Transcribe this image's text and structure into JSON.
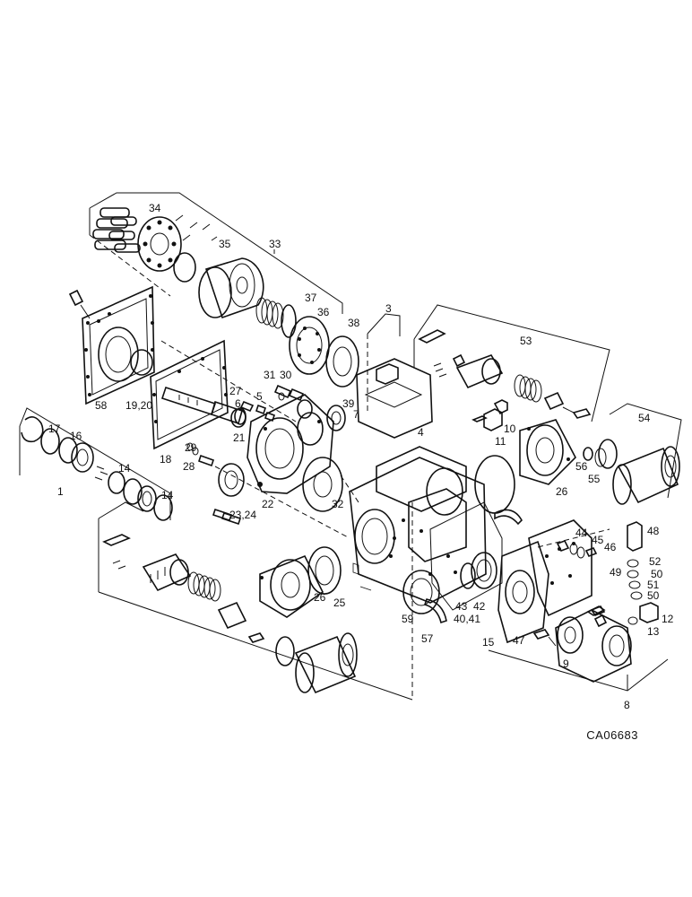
{
  "drawing": {
    "code": "CA06683",
    "callouts": [
      {
        "id": "c34",
        "text": "34"
      },
      {
        "id": "c35",
        "text": "35"
      },
      {
        "id": "c33",
        "text": "33"
      },
      {
        "id": "c37",
        "text": "37"
      },
      {
        "id": "c36",
        "text": "36"
      },
      {
        "id": "c38",
        "text": "38"
      },
      {
        "id": "c3",
        "text": "3"
      },
      {
        "id": "c53",
        "text": "53"
      },
      {
        "id": "c58",
        "text": "58"
      },
      {
        "id": "c19_20",
        "text": "19,20"
      },
      {
        "id": "c31",
        "text": "31"
      },
      {
        "id": "c30",
        "text": "30"
      },
      {
        "id": "c27",
        "text": "27"
      },
      {
        "id": "c5",
        "text": "5"
      },
      {
        "id": "c7",
        "text": "7"
      },
      {
        "id": "c39",
        "text": "39"
      },
      {
        "id": "c4",
        "text": "4"
      },
      {
        "id": "c10",
        "text": "10"
      },
      {
        "id": "c11",
        "text": "11"
      },
      {
        "id": "c54",
        "text": "54"
      },
      {
        "id": "c6",
        "text": "6"
      },
      {
        "id": "c21",
        "text": "21"
      },
      {
        "id": "c17",
        "text": "17"
      },
      {
        "id": "c16",
        "text": "16"
      },
      {
        "id": "c18",
        "text": "18"
      },
      {
        "id": "c29",
        "text": "29"
      },
      {
        "id": "c28",
        "text": "28"
      },
      {
        "id": "c14a",
        "text": "14"
      },
      {
        "id": "c14b",
        "text": "14"
      },
      {
        "id": "c1",
        "text": "1"
      },
      {
        "id": "c22",
        "text": "22"
      },
      {
        "id": "c23_24",
        "text": "23,24"
      },
      {
        "id": "c32",
        "text": "32"
      },
      {
        "id": "c26a",
        "text": "26"
      },
      {
        "id": "c56",
        "text": "56"
      },
      {
        "id": "c55",
        "text": "55"
      },
      {
        "id": "c48",
        "text": "48"
      },
      {
        "id": "c44",
        "text": "44"
      },
      {
        "id": "c45",
        "text": "45"
      },
      {
        "id": "c46",
        "text": "46"
      },
      {
        "id": "c52",
        "text": "52"
      },
      {
        "id": "c49",
        "text": "49"
      },
      {
        "id": "c50a",
        "text": "50"
      },
      {
        "id": "c51",
        "text": "51"
      },
      {
        "id": "c50b",
        "text": "50"
      },
      {
        "id": "c12",
        "text": "12"
      },
      {
        "id": "c13",
        "text": "13"
      },
      {
        "id": "c26b",
        "text": "26"
      },
      {
        "id": "c25",
        "text": "25"
      },
      {
        "id": "c59",
        "text": "59"
      },
      {
        "id": "c43",
        "text": "43"
      },
      {
        "id": "c42",
        "text": "42"
      },
      {
        "id": "c40_41",
        "text": "40,41"
      },
      {
        "id": "c57",
        "text": "57"
      },
      {
        "id": "c15",
        "text": "15"
      },
      {
        "id": "c47",
        "text": "47"
      },
      {
        "id": "c9",
        "text": "9"
      },
      {
        "id": "c8",
        "text": "8"
      }
    ]
  }
}
